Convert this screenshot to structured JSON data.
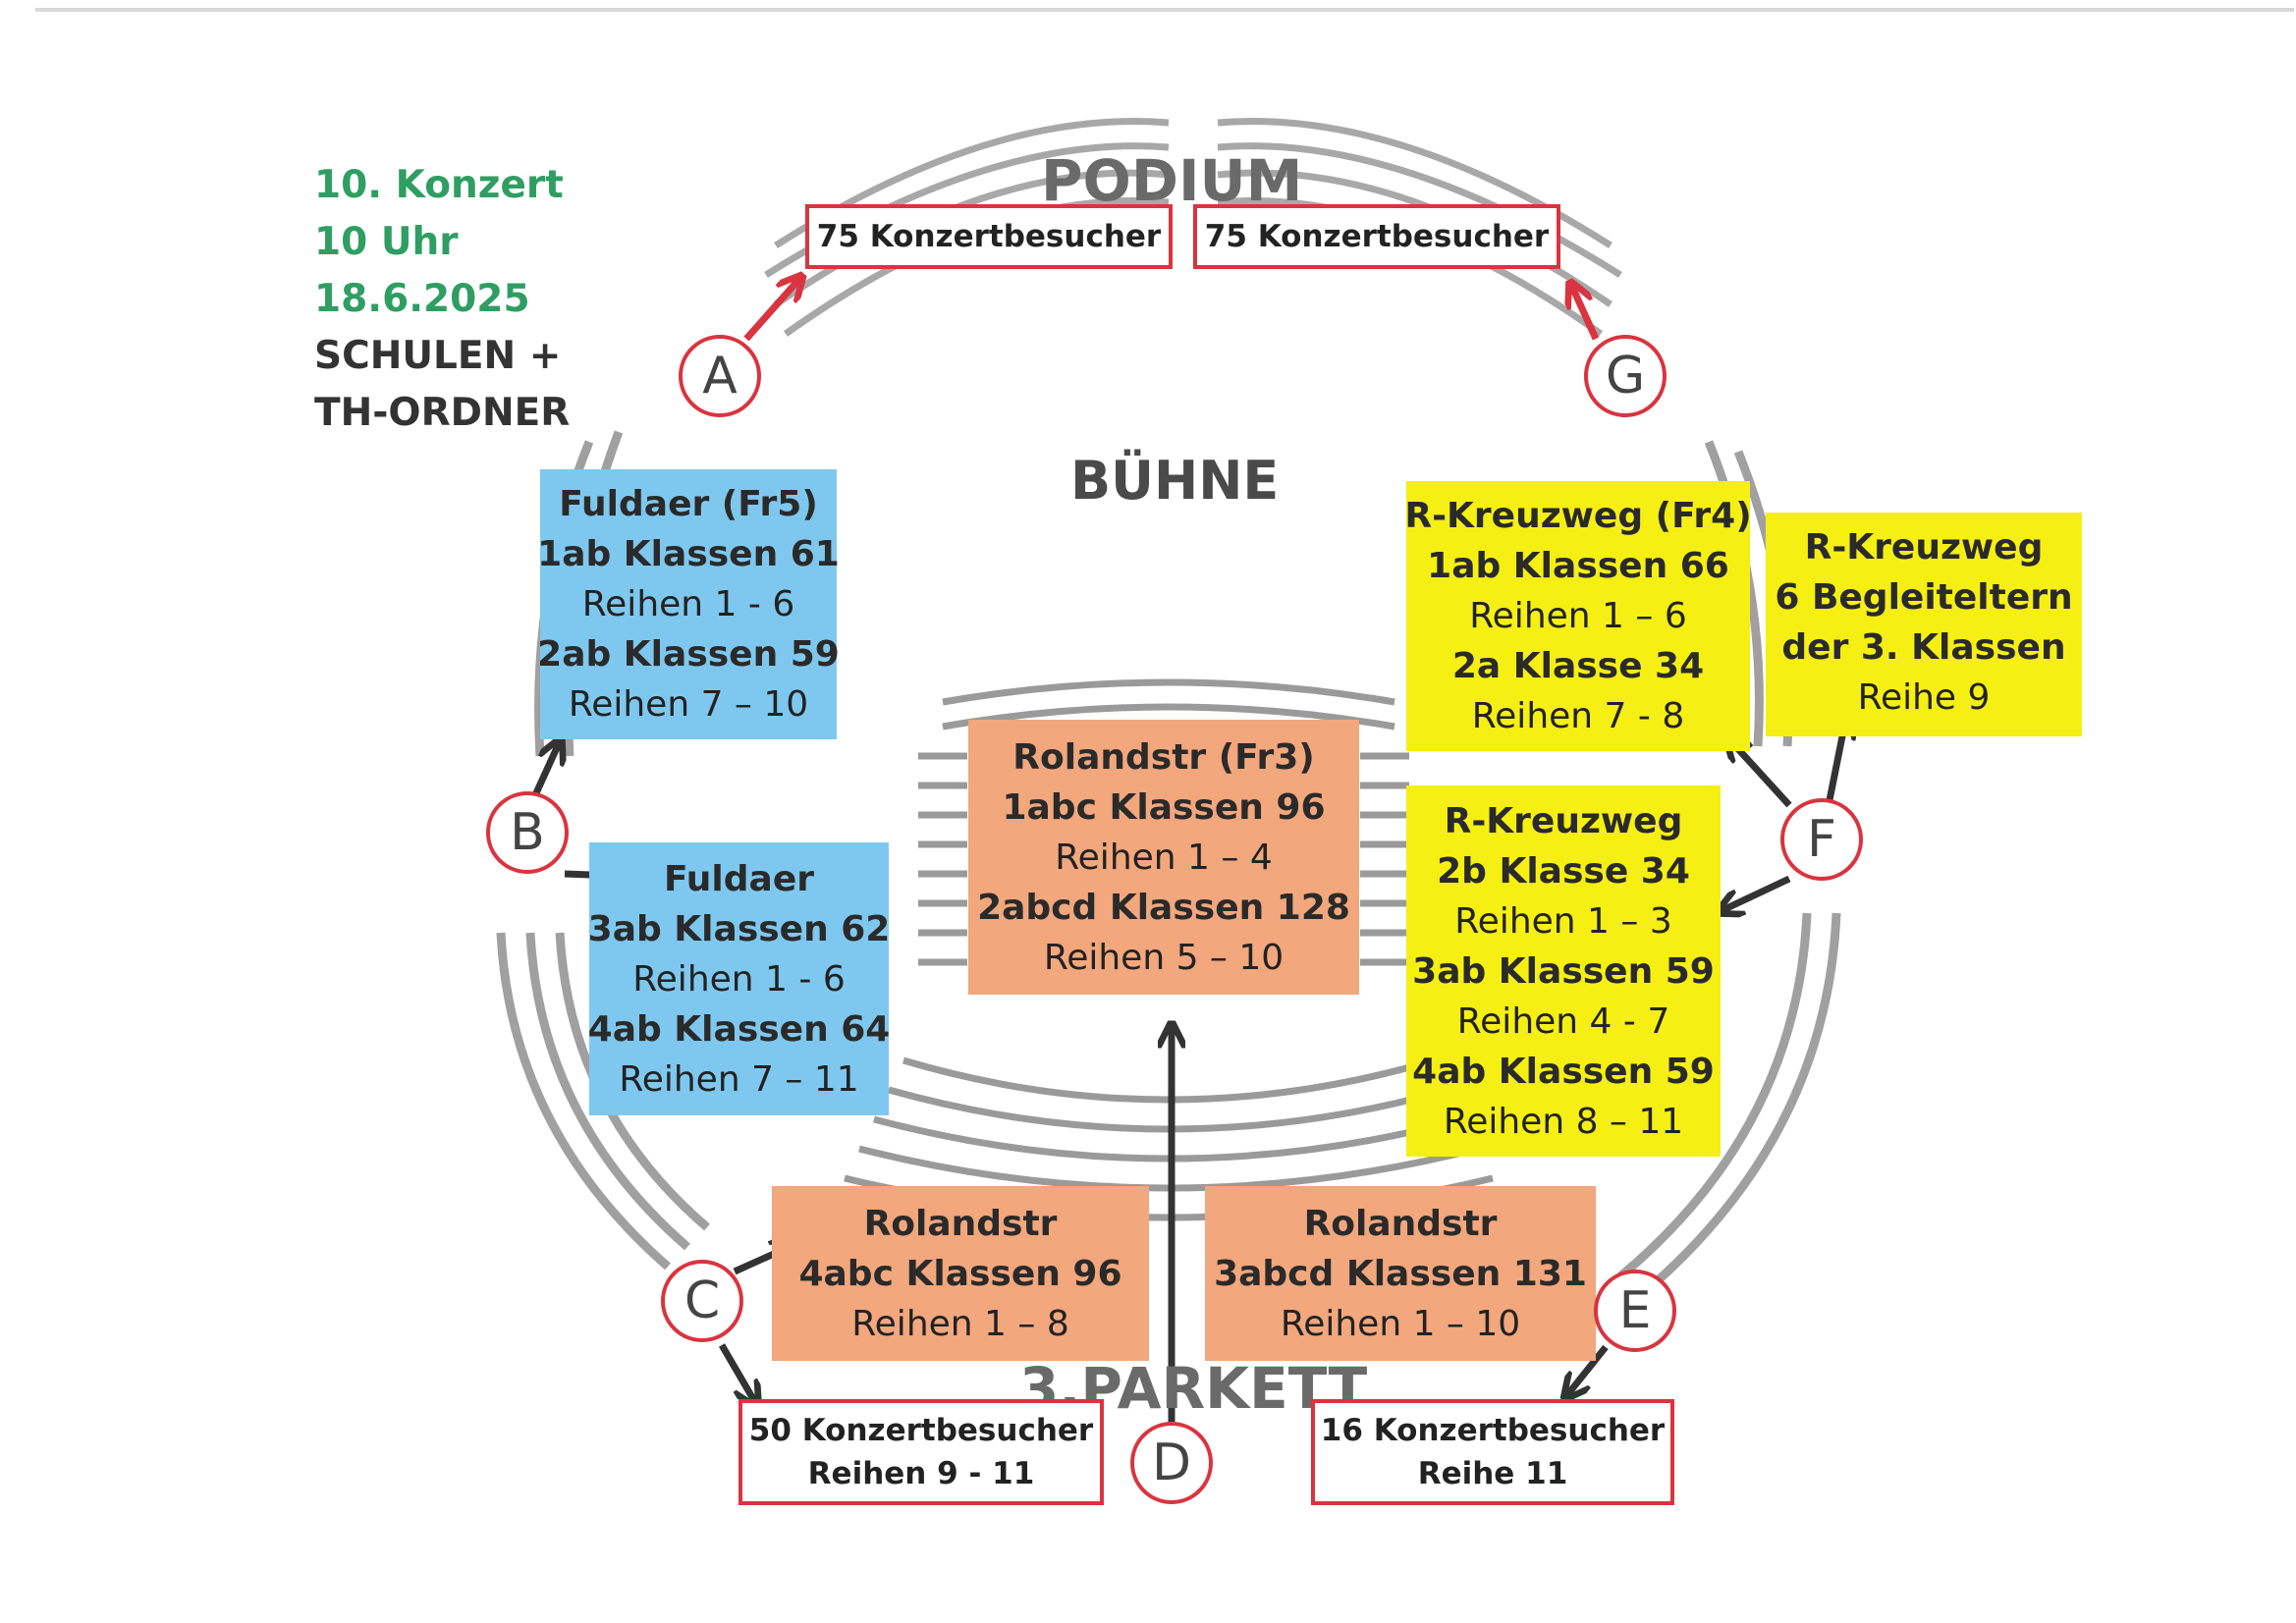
{
  "header": {
    "line1": "10. Konzert",
    "line2": "10 Uhr",
    "line3": "18.6.2025",
    "line4": "SCHULEN +",
    "line5": "TH-ORDNER"
  },
  "labels": {
    "podium": "PODIUM",
    "buehne": "BÜHNE",
    "parkett": "3.PARKETT"
  },
  "colors": {
    "blue": "#7ec8ef",
    "yellow": "#f6ef14",
    "orange": "#f2a77d",
    "red_border": "#d9343f",
    "header_green": "#2e9e62"
  },
  "markers": [
    "A",
    "B",
    "C",
    "D",
    "E",
    "F",
    "G"
  ],
  "boxes": {
    "podium_left": {
      "l1": "75 Konzertbesucher"
    },
    "podium_right": {
      "l1": "75 Konzertbesucher"
    },
    "fuldaer_fr5": {
      "l1": "Fuldaer (Fr5)",
      "l2": "1ab Klassen 61",
      "l3": "Reihen 1 - 6",
      "l4": "2ab Klassen 59",
      "l5": "Reihen 7 – 10"
    },
    "fuldaer_2": {
      "l1": "Fuldaer",
      "l2": "3ab Klassen 62",
      "l3": "Reihen 1 - 6",
      "l4": "4ab Klassen 64",
      "l5": "Reihen 7 – 11"
    },
    "rolandstr_fr3": {
      "l1": "Rolandstr (Fr3)",
      "l2": "1abc Klassen 96",
      "l3": "Reihen 1 – 4",
      "l4": "2abcd Klassen 128",
      "l5": "Reihen 5 – 10"
    },
    "kreuzweg_fr4": {
      "l1": "R-Kreuzweg (Fr4)",
      "l2": "1ab Klassen 66",
      "l3": "Reihen 1 – 6",
      "l4": "2a Klasse 34",
      "l5": "Reihen 7 - 8"
    },
    "kreuzweg_begleit": {
      "l1": "R-Kreuzweg",
      "l2": "6 Begleiteltern",
      "l3": "der 3. Klassen",
      "l4": "Reihe 9"
    },
    "kreuzweg_2": {
      "l1": "R-Kreuzweg",
      "l2": "2b Klasse 34",
      "l3": "Reihen 1 – 3",
      "l4": "3ab Klassen 59",
      "l5": "Reihen 4 - 7",
      "l6": "4ab Klassen 59",
      "l7": "Reihen 8 – 11"
    },
    "rolandstr_4abc": {
      "l1": "Rolandstr",
      "l2": "4abc Klassen 96",
      "l3": "Reihen 1 – 8"
    },
    "rolandstr_3abcd": {
      "l1": "Rolandstr",
      "l2": "3abcd Klassen 131",
      "l3": "Reihen 1 – 10"
    },
    "besucher_50": {
      "l1": "50 Konzertbesucher",
      "l2": "Reihen 9 - 11"
    },
    "besucher_16": {
      "l1": "16 Konzertbesucher",
      "l2": "Reihe 11"
    }
  }
}
